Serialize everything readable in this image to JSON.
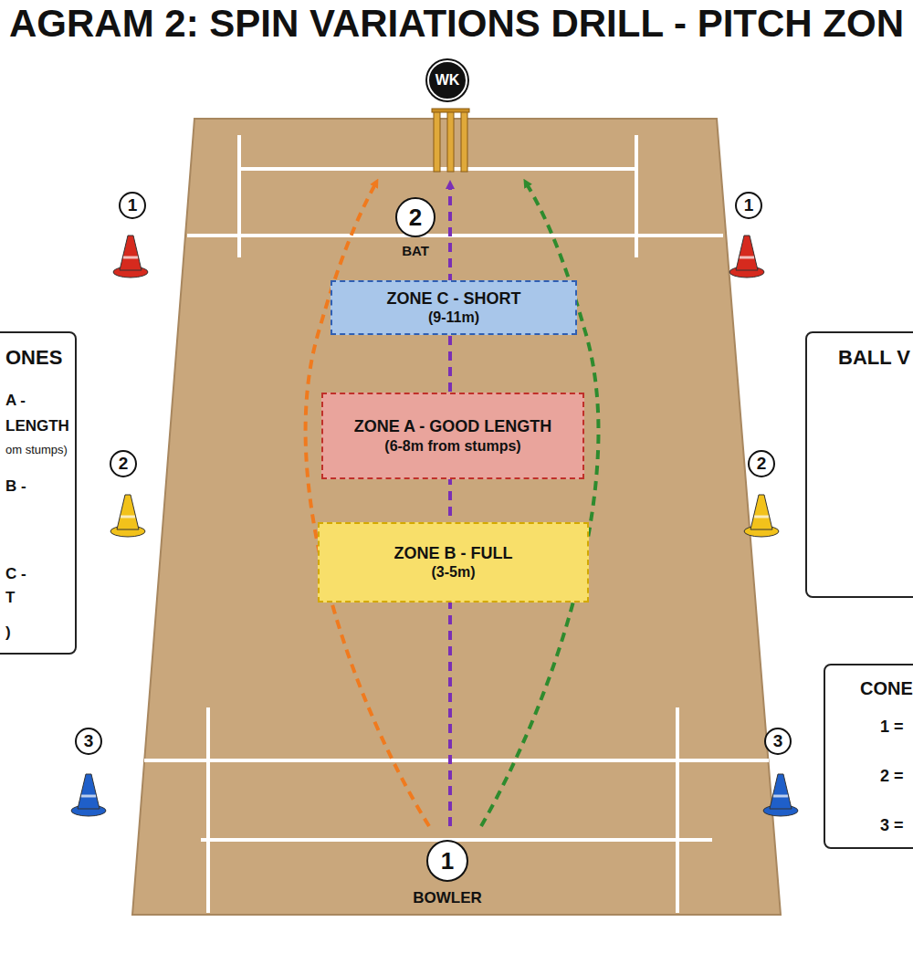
{
  "diagram": {
    "title": "AGRAM 2: SPIN VARIATIONS DRILL - PITCH ZON",
    "nodes": [
      {
        "text": [
          "WK"
        ]
      },
      {
        "text": [
          "2",
          "BAT"
        ]
      },
      {
        "text": [
          "ZONE C - SHORT",
          "(9-11m)"
        ]
      },
      {
        "text": [
          "ZONE A - GOOD LENGTH",
          "(6-8m from stumps)"
        ]
      },
      {
        "text": [
          "ZONE B - FULL",
          "(3-5m)"
        ]
      },
      {
        "text": [
          "1",
          "BOWLER"
        ]
      },
      {
        "text": [
          "ONES",
          "A -",
          "LENGTH",
          "om stumps)",
          "B -",
          "C -",
          "T",
          ")"
        ]
      },
      {
        "text": [
          "BALL V"
        ]
      },
      {
        "text": [
          "CONE"
        ]
      }
    ],
    "labels": [
      "1",
      "1",
      "2",
      "2",
      "3",
      "3"
    ],
    "legend": [
      {
        "text": "1 ="
      },
      {
        "text": "2 ="
      },
      {
        "text": "3 ="
      }
    ]
  }
}
